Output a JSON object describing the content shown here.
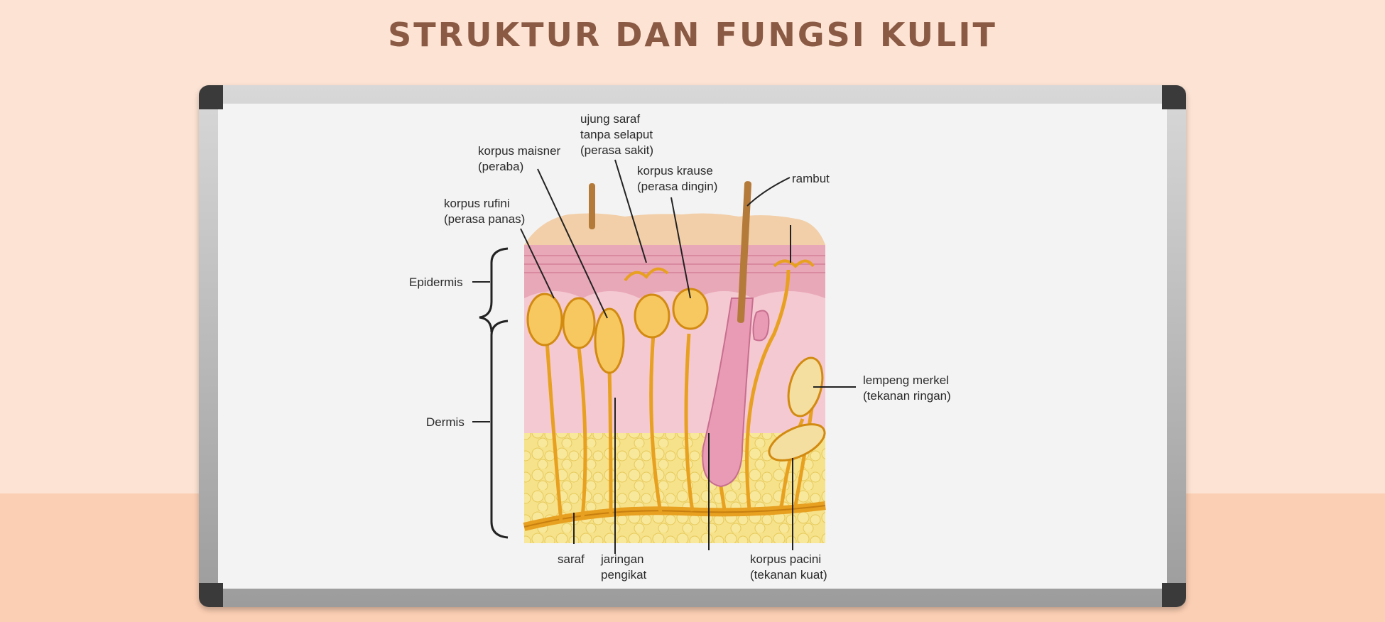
{
  "title": "STRUKTUR DAN FUNGSI KULIT",
  "colors": {
    "background": "#fde3d3",
    "floor": "#fbcfb3",
    "title": "#8a5a44",
    "board_frame": "#b0b0b0",
    "board_surface": "#f3f3f3",
    "epidermis": "#e9a8b8",
    "dermis": "#f4c9d2",
    "fat": "#f6e28a",
    "nerve": "#e8a020"
  },
  "labels": {
    "epidermis": "Epidermis",
    "dermis": "Dermis",
    "korpus_rufini": [
      "korpus rufini",
      "(perasa panas)"
    ],
    "korpus_maisner": [
      "korpus maisner",
      "(peraba)"
    ],
    "ujung_saraf": [
      "ujung saraf",
      "tanpa selaput",
      "(perasa sakit)"
    ],
    "korpus_krause": [
      "korpus krause",
      "(perasa dingin)"
    ],
    "rambut": "rambut",
    "lempeng_merkel": [
      "lempeng merkel",
      "(tekanan ringan)"
    ],
    "saraf": "saraf",
    "jaringan_pengikat": [
      "jaringan",
      "pengikat"
    ],
    "korpus_pacini": [
      "korpus pacini",
      "(tekanan kuat)"
    ]
  }
}
